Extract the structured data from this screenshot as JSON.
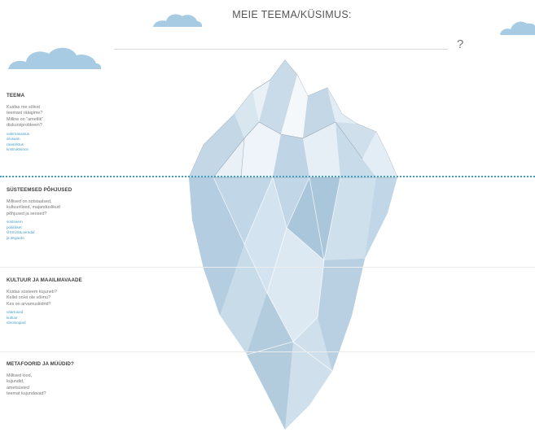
{
  "header": {
    "title": "MEIE TEEMA/KÜSIMUS:",
    "answer_mark": "?"
  },
  "sections": [
    {
      "heading": "TEEMA",
      "questions": [
        "Kuidas me sõlest",
        "teemast rääigime?",
        "Milline on \"ametlik\"",
        "diskursiprobleem?"
      ],
      "tags": [
        "valemasastus",
        "arusaan",
        "raamilstus",
        "knstruktsioon"
      ]
    },
    {
      "heading": "SÜSTEEMSED PÕHJUSED",
      "questions": [
        "Millised on sotsiaalsed,",
        "kultuurilised, majanduslikud",
        "põhjused ja seosed?"
      ],
      "tags": [
        "sostseem",
        "poliitiliset",
        "ÜSSÜS&.reradid",
        "ja degardo"
      ]
    },
    {
      "heading": "KULTUUR JA MAAILMAVAADE",
      "questions": [
        "Kuidas süsteem kujuneb?",
        "Kellel on/ei ole võimu?",
        "Kes on arvamusliidrid?"
      ],
      "tags": [
        "väärtused",
        "kultuur",
        "ideoloogiad"
      ]
    },
    {
      "heading": "METAFOORID JA MÜÜDID?",
      "questions": [
        "Millised lood,",
        "kujundid,",
        "ametsüsted",
        "teemat kujundavad?"
      ],
      "tags": []
    }
  ],
  "colors": {
    "waterline": "#3f9fc6",
    "tag_link": "#4aa0c8",
    "cloud": "#a6cbe3",
    "ice_above": "#e9f1f7",
    "ice_shade": "#c9dbe8",
    "ice_under": "#c1d6e6"
  },
  "icons": [
    "cloud-icon",
    "iceberg-illustration"
  ]
}
